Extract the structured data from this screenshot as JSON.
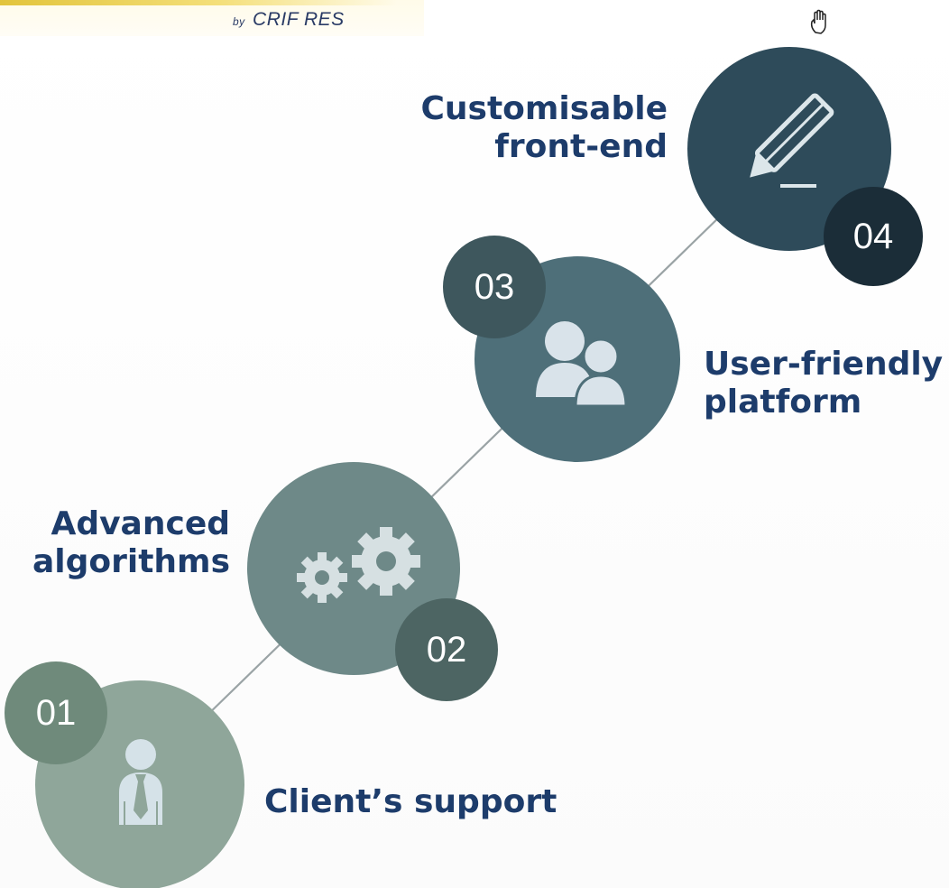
{
  "logo": {
    "by": "by",
    "brand": "CRIF RES"
  },
  "steps": [
    {
      "number": "01",
      "label": "Client’s support",
      "icon": "business-person-icon",
      "color": "#8fa69a",
      "badge_color": "#6f8a7b"
    },
    {
      "number": "02",
      "label_lines": [
        "Advanced",
        "algorithms"
      ],
      "icon": "gears-icon",
      "color": "#6e8988",
      "badge_color": "#4d6563"
    },
    {
      "number": "03",
      "label_lines": [
        "User-friendly",
        "platform"
      ],
      "icon": "users-icon",
      "color": "#4e6f79",
      "badge_color": "#3e575d"
    },
    {
      "number": "04",
      "label_lines": [
        "Customisable",
        "front-end"
      ],
      "icon": "pencil-icon",
      "color": "#2e4b5a",
      "badge_color": "#1b2d38"
    }
  ],
  "colors": {
    "label_text": "#1d3c6b",
    "connector": "#9aa3a5"
  }
}
